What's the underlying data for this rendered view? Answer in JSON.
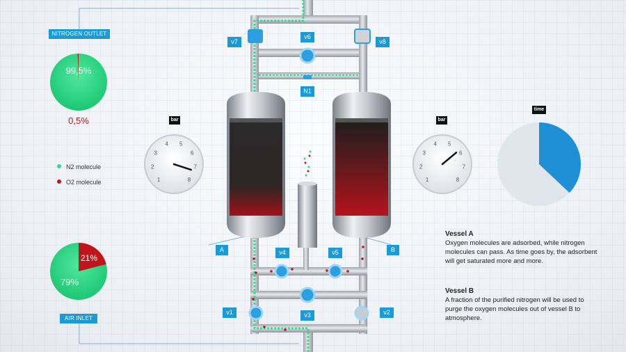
{
  "labels": {
    "nitrogen_outlet": "NITROGEN OUTLET",
    "air_inlet": "AIR INLET",
    "time": "time",
    "bar_left": "bar",
    "bar_right": "bar",
    "vessel_a_tag": "A",
    "vessel_b_tag": "B",
    "n1": "N1"
  },
  "valves": {
    "v1": "v1",
    "v2": "v2",
    "v3": "v3",
    "v4": "v4",
    "v5": "v5",
    "v6": "v6",
    "v7": "v7",
    "v8": "v8"
  },
  "outlet": {
    "n2_percent": "99,5%",
    "o2_percent": "0,5%",
    "n2_fraction": 0.995
  },
  "inlet": {
    "n2_percent": "79%",
    "o2_percent": "21%",
    "o2_fraction": 0.21
  },
  "legend": {
    "n2": "N2 molecule",
    "o2": "O2 molecule"
  },
  "gauges": {
    "ticks": [
      "1",
      "2",
      "3",
      "4",
      "5",
      "6",
      "7",
      "8"
    ],
    "left_value": 7.3,
    "right_value": 5.8
  },
  "time_fraction": 0.37,
  "description": {
    "vessel_a_title": "Vessel A",
    "vessel_a_text": "Oxygen molecules are adsorbed, while nitrogen molecules can pass. As time goes by, the adsorbent will get saturated more and more.",
    "vessel_b_title": "Vessel B",
    "vessel_b_text": "A fraction of the purified nitrogen will be used to purge the oxygen molecules out of vessel B to atmosphere."
  },
  "colors": {
    "accent": "#1a9ad6",
    "n2": "#2fdc85",
    "o2": "#c0151b"
  }
}
